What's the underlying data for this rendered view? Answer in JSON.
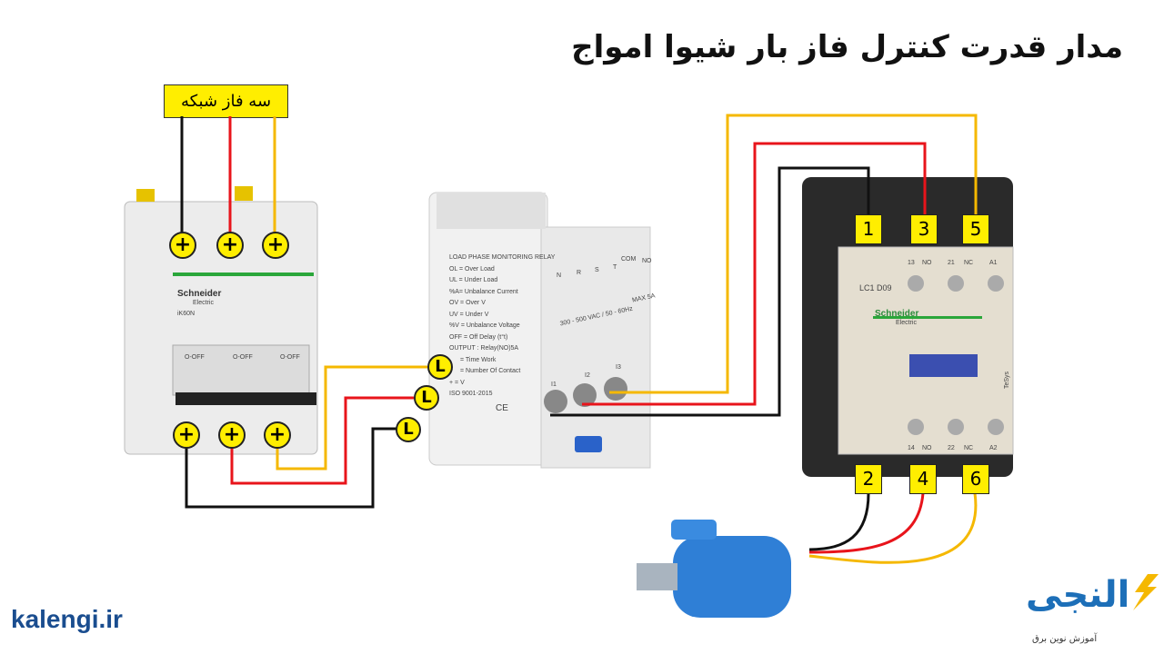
{
  "title": "مدار قدرت کنترل فاز بار شیوا امواج",
  "grid_label": "سه فاز شبکه",
  "breaker": {
    "brand": "Schneider",
    "sub": "Electric",
    "model": "iK60N",
    "switch_labels": [
      "O-OFF",
      "O-OFF",
      "O-OFF"
    ]
  },
  "relay": {
    "lines": [
      "LOAD PHASE MONITORING RELAY",
      "OL = Over Load",
      "UL = Under Load",
      "%A= Unbalance Current",
      "OV = Over V",
      "UV = Under V",
      "%V = Unbalance Voltage",
      "OFF = Off Delay (t°t)",
      "OUTPUT : Relay(NO)5A",
      "= Time Work",
      "= Number Of Contact",
      "+ = V",
      "ISO 9001-2015"
    ],
    "terminals": [
      "N",
      "R",
      "S",
      "T",
      "COM",
      "NO"
    ],
    "rating": "300 - 500 VAC / 50 - 60Hz",
    "max": "MAX 5A",
    "ct_labels": [
      "I1",
      "I2",
      "I3"
    ],
    "ce": "CE"
  },
  "l_labels": [
    "L",
    "L",
    "L"
  ],
  "contactor": {
    "model": "LC1 D09",
    "top_terms": [
      "13",
      "NO",
      "21",
      "NC",
      "A1"
    ],
    "bottom_terms": [
      "14",
      "NO",
      "22",
      "NC",
      "A2"
    ],
    "brand": "Schneider",
    "sub": "Electric",
    "series": "TeSys"
  },
  "terminal_numbers": {
    "top": [
      "1",
      "3",
      "5"
    ],
    "bottom": [
      "2",
      "4",
      "6"
    ]
  },
  "plus": "+",
  "logos": {
    "kalengi": "kalengi.ir",
    "alanji": "النجی",
    "alanji_tagline": "آموزش نوین برق"
  },
  "colors": {
    "black": "#111111",
    "red": "#e8141b",
    "yellow": "#f5b800",
    "label": "#ffee00"
  }
}
